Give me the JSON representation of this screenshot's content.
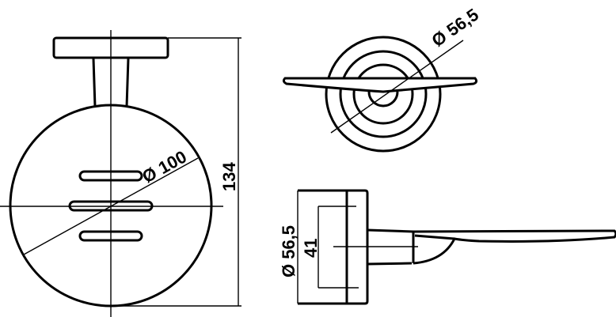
{
  "drawing": {
    "front_view": {
      "diameter_label": "Ø 100",
      "height_label": "134"
    },
    "top_view": {
      "diameter_label": "Ø 56,5"
    },
    "side_view": {
      "outer_diameter_label": "Ø 56,5",
      "inner_label": "41"
    }
  },
  "colors": {
    "line": "#000000",
    "background": "#ffffff"
  }
}
